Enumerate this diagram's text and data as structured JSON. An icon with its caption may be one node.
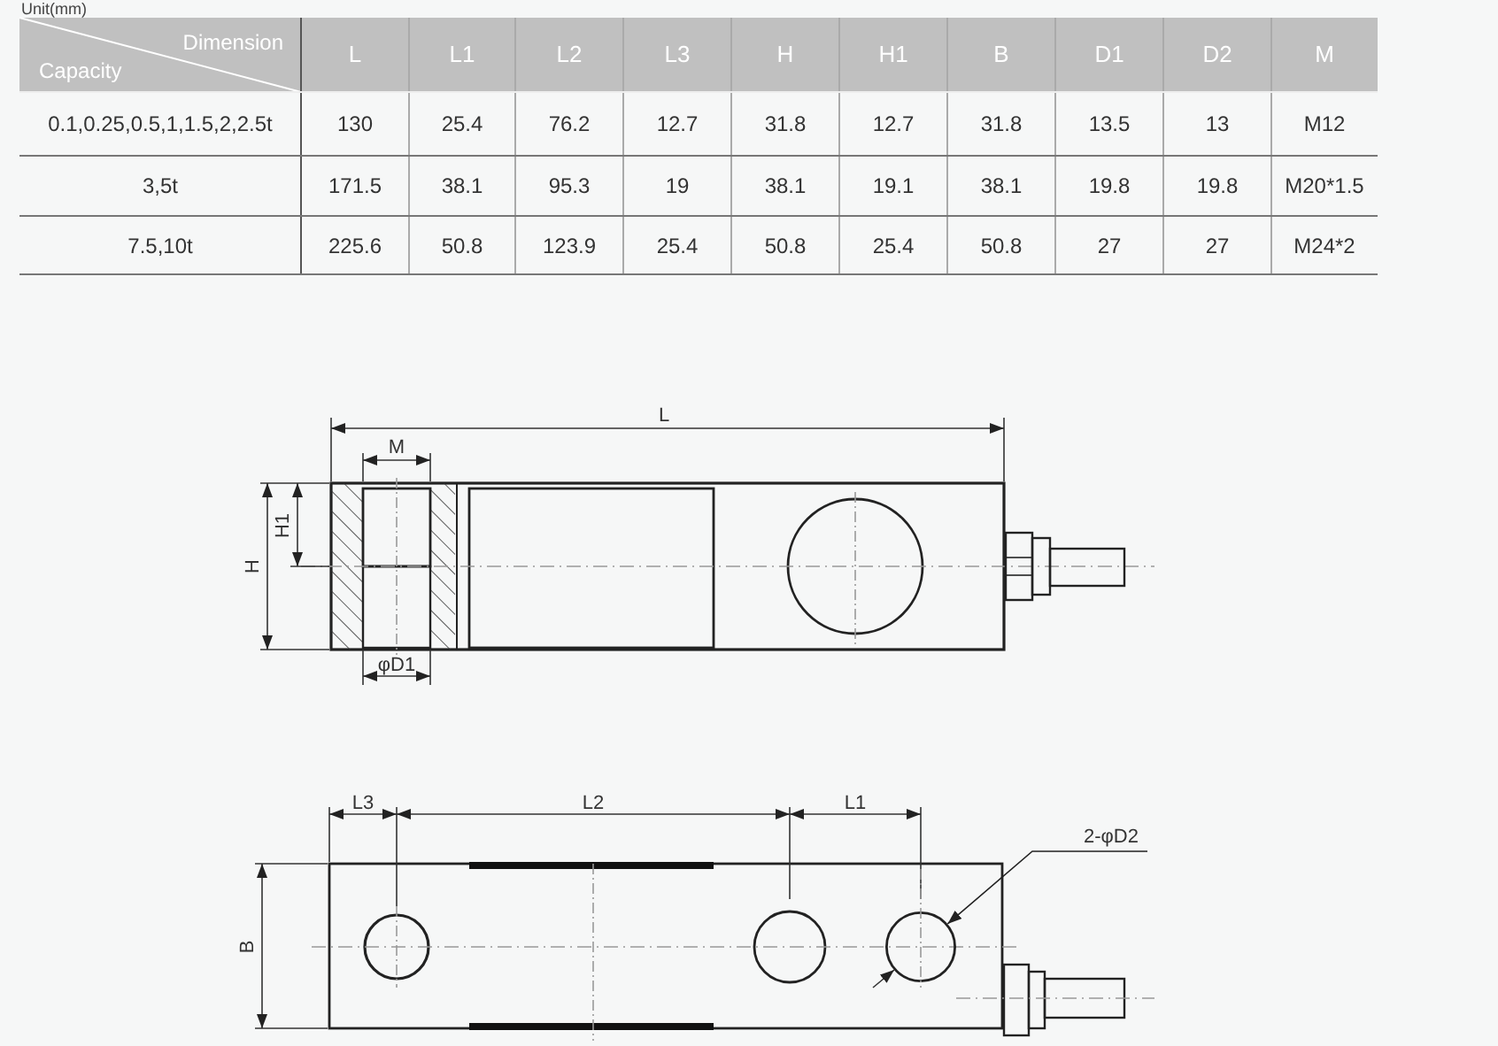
{
  "diagram": {
    "nodes": [
      {
        "text": [
          "2-φD2"
        ]
      },
      {
        "text": [],
        "shape": "circle"
      }
    ],
    "edges": [
      {
        "from": 0,
        "to": 1,
        "arrow": "to"
      }
    ],
    "labels": [
      "Unit(mm)",
      "Dimension",
      "Capacity",
      "L",
      "L1",
      "L2",
      "L3",
      "H",
      "H1",
      "B",
      "D1",
      "D2",
      "M",
      "0.1,0.25,0.5,1,1.5,2,2.5t",
      "130",
      "25.4",
      "76.2",
      "12.7",
      "31.8",
      "12.7",
      "31.8",
      "13.5",
      "13",
      "M12",
      "3,5t",
      "171.5",
      "38.1",
      "95.3",
      "19",
      "38.1",
      "19.1",
      "38.1",
      "19.8",
      "19.8",
      "M20*1.5",
      "7.5,10t",
      "225.6",
      "50.8",
      "123.9",
      "25.4",
      "50.8",
      "25.4",
      "50.8",
      "27",
      "27",
      "M24*2",
      "L",
      "M",
      "H1",
      "H",
      "φD1",
      "L3",
      "L2",
      "L1",
      "B"
    ]
  }
}
